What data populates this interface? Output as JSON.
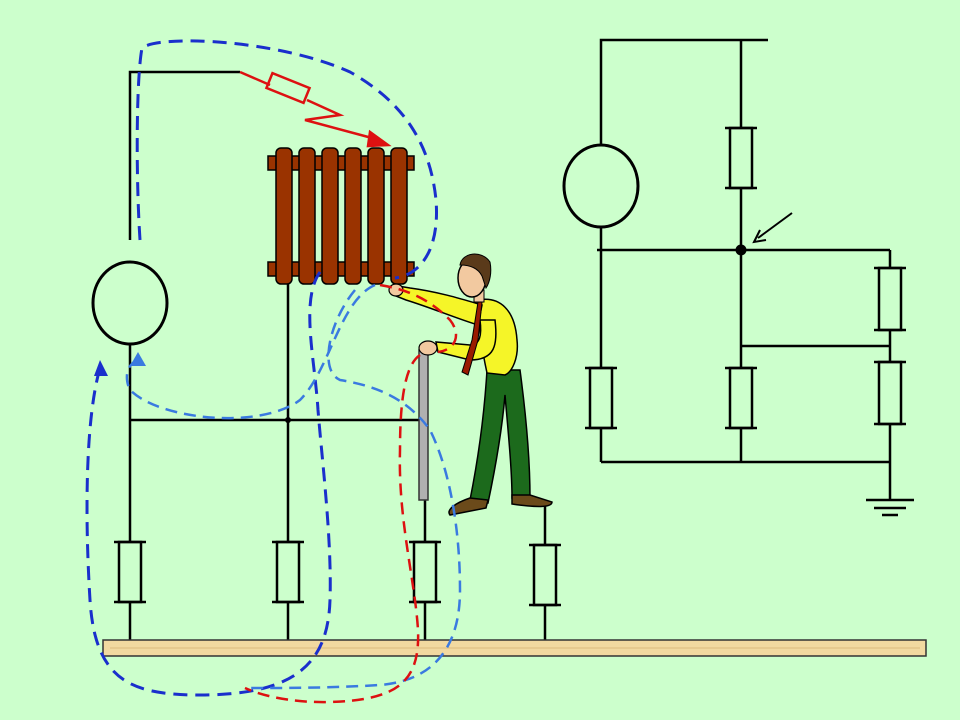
{
  "slide": {
    "background": "#ccffcc"
  },
  "colors": {
    "wire": "#000000",
    "fault_arrow": "#dd1111",
    "path_dark_blue": "#1a2fcc",
    "path_light_blue": "#3a7ae0",
    "path_red": "#dd1111",
    "radiator": "#9a3300",
    "floor": "#f2d9a0",
    "shirt": "#f5f528",
    "trousers": "#1c6a1c",
    "probe": "#b0b0b0"
  },
  "icons": {
    "source_left": "voltage-source-circle",
    "source_right": "voltage-source-circle",
    "ground": "ground-symbol",
    "radiator": "radiator-icon",
    "person": "person-touching-radiator",
    "fault": "lightning-fault-icon"
  },
  "diagram": {
    "description_text": ""
  }
}
